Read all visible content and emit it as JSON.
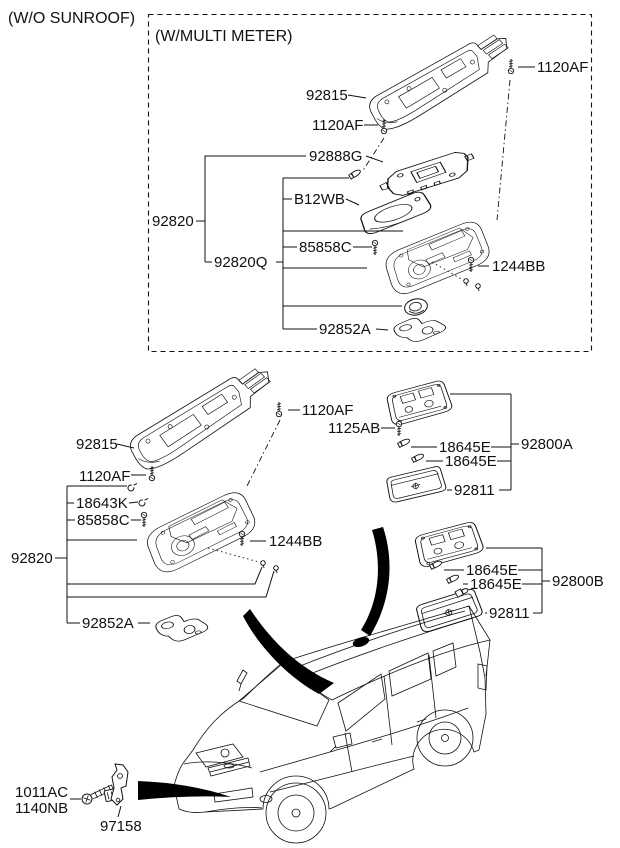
{
  "notes": {
    "wo_sunroof": "(W/O SUNROOF)",
    "w_multi_meter": "(W/MULTI METER)"
  },
  "box_callouts": {
    "screw_top_right": "1120AF",
    "roof_trim": "92815",
    "screw_mid": "1120AF",
    "multi_meter_unit": "92888G",
    "sunglass_tray": "B12WB",
    "console_assembly": "92820",
    "screw_tapping": "85858C",
    "console_body": "92820Q",
    "screw_machine": "1244BB",
    "sunglass_cover": "92852A"
  },
  "main_callouts": {
    "screw_right": "1120AF",
    "screw_1125ab": "1125AB",
    "roof_trim": "92815",
    "bulb_a1": "18645E",
    "front_room_lamp": "92800A",
    "bulb_a2": "18645E",
    "screw_left": "1120AF",
    "front_lens": "92811",
    "clip": "18643K",
    "screw_tapping": "85858C",
    "screw_machine": "1244BB",
    "console_assembly": "92820",
    "bulb_b1": "18645E",
    "rear_room_lamp": "92800B",
    "bulb_b2": "18645E",
    "rear_lens": "92811",
    "sunglass_cover": "92852A"
  },
  "bottom_callouts": {
    "bolt_primary": "1011AC",
    "bolt_alternate": "1140NB",
    "sensor_bracket": "97158"
  },
  "colors": {
    "ink": "#000000",
    "paper": "#ffffff"
  }
}
